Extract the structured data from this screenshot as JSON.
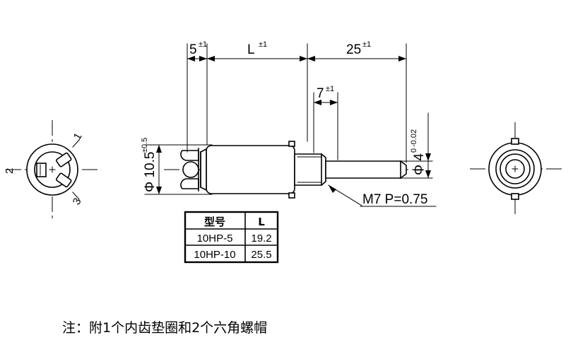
{
  "drawing": {
    "title": "Rotary potentiometer mechanical outline drawing",
    "dimensions": {
      "body_flange": {
        "value": "5",
        "tolerance": "±1"
      },
      "body_length": {
        "value": "L",
        "tolerance": "±1"
      },
      "shaft_length": {
        "value": "25",
        "tolerance": "±1"
      },
      "bushing_length": {
        "value": "7",
        "tolerance": "±1"
      },
      "body_diameter": {
        "value": "Φ 10.5",
        "tolerance": "±0.5"
      },
      "shaft_diameter": {
        "value": "Φ 4",
        "tolerance_upper": "0",
        "tolerance_lower": "-0.02"
      }
    },
    "callouts": {
      "thread": "M7 P=0.75"
    },
    "terminal_labels": {
      "one": "1",
      "two": "2",
      "three": "3"
    }
  },
  "table": {
    "headers": [
      "型号",
      "L"
    ],
    "rows": [
      {
        "model": "10HP-5",
        "length": "19.2"
      },
      {
        "model": "10HP-10",
        "length": "25.5"
      }
    ]
  },
  "note": {
    "text": "注：附1个内齿垫圈和2个六角螺帽"
  },
  "colors": {
    "line": "#000000",
    "background": "#ffffff"
  }
}
